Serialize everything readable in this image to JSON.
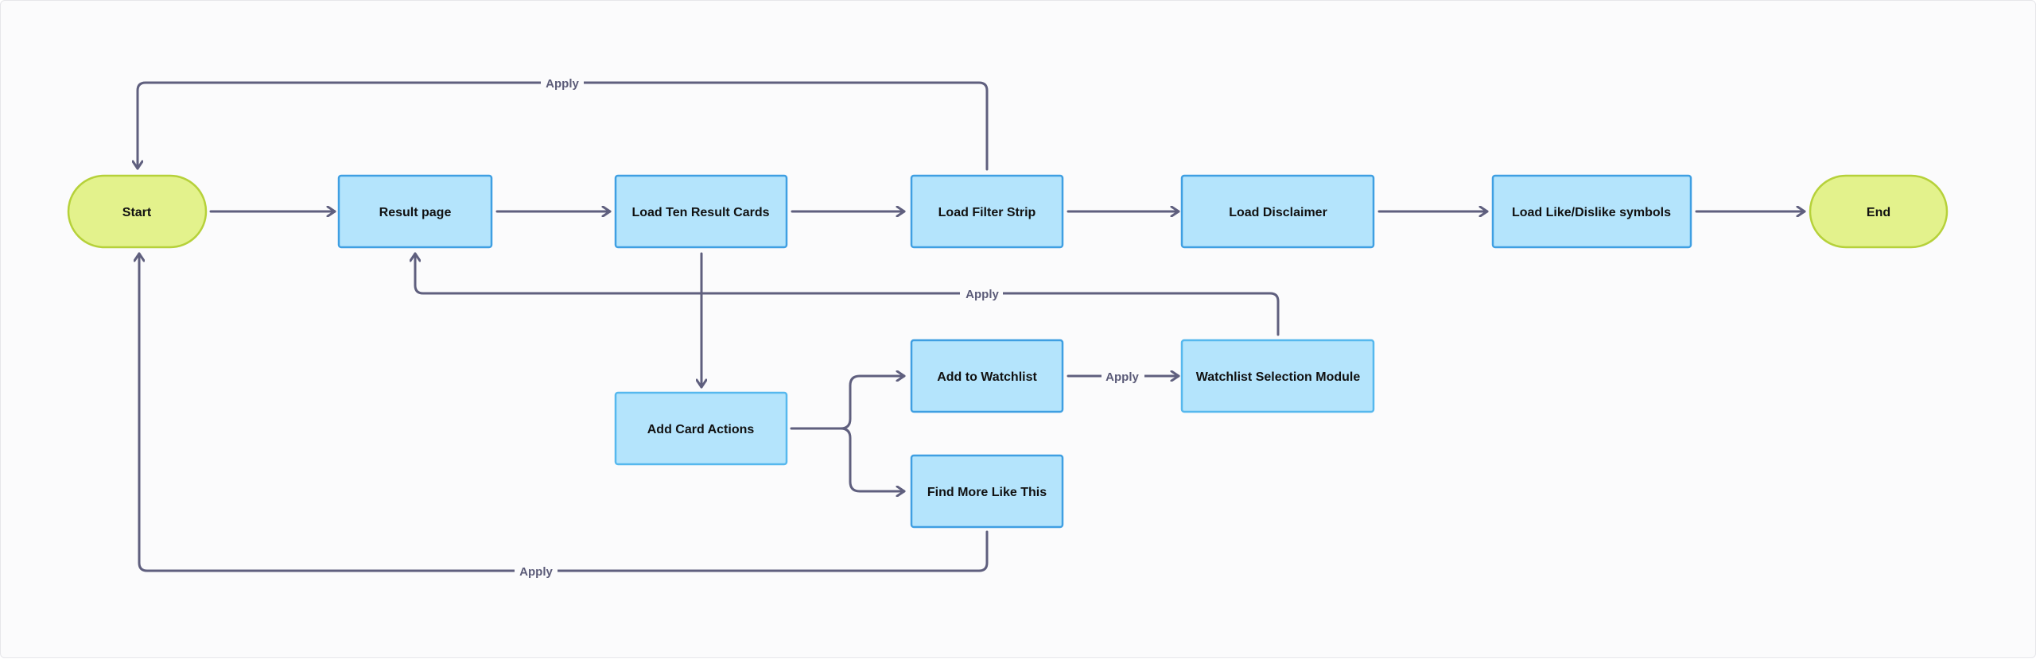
{
  "colors": {
    "terminal_fill": "#e3f28c",
    "terminal_stroke": "#b6d13a",
    "process_fill": "#b4e4fc",
    "process_stroke": "#3f9fe2",
    "process_stroke_light": "#56b8ee",
    "edge": "#5f5f7e",
    "edge_label": "#5b5b78"
  },
  "nodes": {
    "start": "Start",
    "result_page": "Result page",
    "load_ten_result_cards": "Load Ten Result Cards",
    "load_filter_strip": "Load Filter Strip",
    "load_disclaimer": "Load Disclaimer",
    "load_like_dislike": "Load Like/Dislike symbols",
    "end": "End",
    "add_card_actions": "Add Card Actions",
    "add_to_watchlist": "Add to Watchlist",
    "watchlist_selection_module": "Watchlist Selection Module",
    "find_more_like_this": "Find More Like This"
  },
  "edge_labels": {
    "filter_to_start": "Apply",
    "watchlist_module_to_result": "Apply",
    "watchlist_to_module": "Apply",
    "find_more_to_start": "Apply"
  }
}
